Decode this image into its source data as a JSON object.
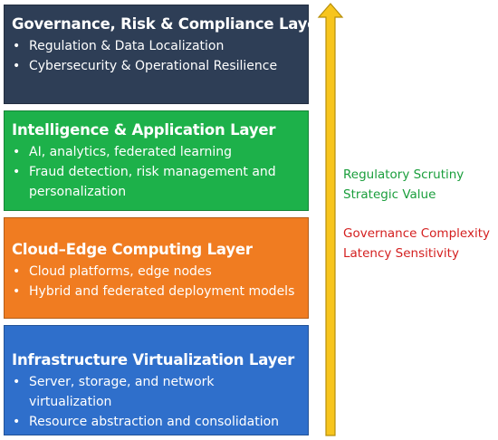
{
  "layers": [
    {
      "title": "Governance, Risk & Compliance Layer",
      "color": "#2e3e56",
      "bullet_color": "#ffffff",
      "bullets": [
        "Regulation & Data Localization",
        "Cybersecurity & Operational Resilience"
      ]
    },
    {
      "title": "Intelligence & Application Layer",
      "color": "#1db14a",
      "bullet_color": "#ffffff",
      "bullets": [
        "AI, analytics, federated learning",
        "Fraud detection, risk management and personalization"
      ]
    },
    {
      "title": "Cloud–Edge Computing Layer",
      "color": "#f07c21",
      "bullet_color": "#ffffff",
      "bullets": [
        "Cloud platforms, edge nodes",
        "Hybrid and federated deployment models"
      ]
    },
    {
      "title": "Infrastructure Virtualization Layer",
      "color": "#2f6fcb",
      "bullet_color": "#ffffff",
      "bullets": [
        "Server, storage, and network virtualization",
        "Resource abstraction and consolidation"
      ]
    }
  ],
  "arrow": {
    "fill": "#f7c51e",
    "stroke": "#b78f0a"
  },
  "side_labels": {
    "green": {
      "color": "#1a9e3c",
      "lines": [
        "Regulatory Scrutiny",
        "Strategic Value"
      ]
    },
    "red": {
      "color": "#d42020",
      "lines": [
        "Governance Complexity",
        "Latency Sensitivity"
      ]
    }
  }
}
